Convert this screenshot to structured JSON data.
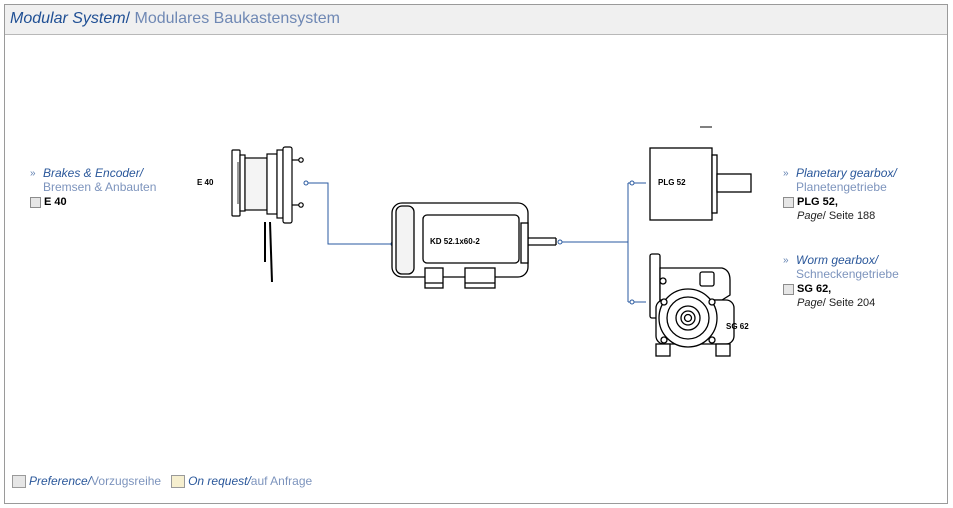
{
  "header": {
    "title_en": "Modular System",
    "title_sep": "/",
    "title_de": "Modulares Baukastensystem"
  },
  "left_group": {
    "bullet": "»",
    "title_en": "Brakes & Encoder/",
    "title_de": "Bremsen & Anbauten",
    "item": "E 40"
  },
  "right_groups": [
    {
      "bullet": "»",
      "title_en": "Planetary gearbox/",
      "title_de": "Planetengetriebe",
      "item": "PLG 52,",
      "page_en": "Page",
      "page_rest": "/ Seite 188"
    },
    {
      "bullet": "»",
      "title_en": "Worm gearbox/",
      "title_de": "Schneckengetriebe",
      "item": "SG 62,",
      "page_en": "Page",
      "page_rest": "/ Seite 204"
    }
  ],
  "diagram_labels": {
    "brake": "E 40",
    "motor": "KD 52.1x60-2",
    "planetary": "PLG 52",
    "worm": "SG 62"
  },
  "legend": {
    "pref_en": "Preference/",
    "pref_de": " Vorzugsreihe",
    "req_en": "On request/",
    "req_de": " auf Anfrage",
    "pref_color": "#e6e6e6",
    "req_color": "#f6efcf"
  },
  "colors": {
    "connector": "#2a5aa0",
    "title_blue": "#1f4f94"
  }
}
